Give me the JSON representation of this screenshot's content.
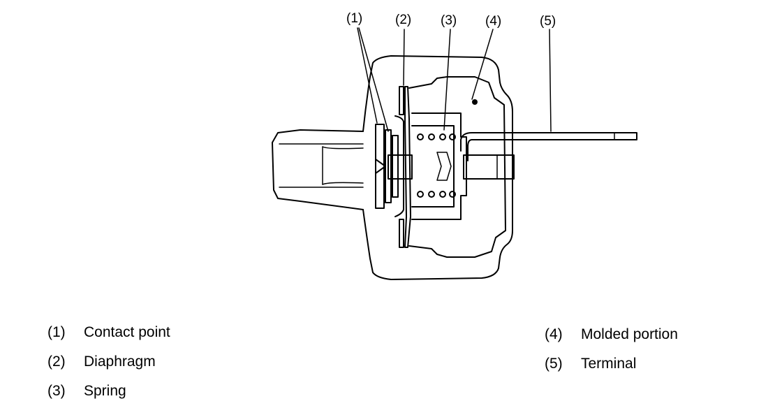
{
  "callouts": [
    {
      "marker": "(1)"
    },
    {
      "marker": "(2)"
    },
    {
      "marker": "(3)"
    },
    {
      "marker": "(4)"
    },
    {
      "marker": "(5)"
    }
  ],
  "legend": [
    {
      "marker": "(1)",
      "label": "Contact point"
    },
    {
      "marker": "(2)",
      "label": "Diaphragm"
    },
    {
      "marker": "(3)",
      "label": "Spring"
    },
    {
      "marker": "(4)",
      "label": "Molded portion"
    },
    {
      "marker": "(5)",
      "label": "Terminal"
    }
  ]
}
